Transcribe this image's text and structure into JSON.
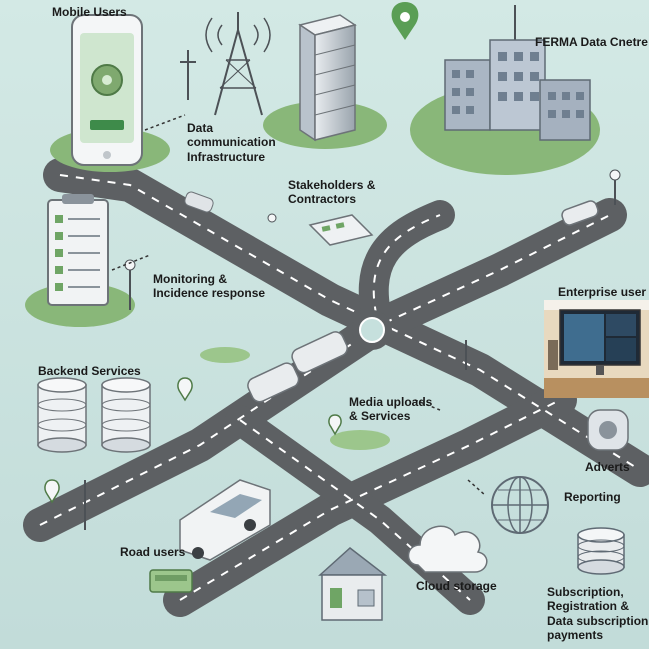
{
  "labels": {
    "mobile_users": "Mobile Users",
    "data_comm": [
      "Data",
      "communication",
      "Infrastructure"
    ],
    "stakeholders": [
      "Stakeholders &",
      "Contractors"
    ],
    "data_centre": "FERMA Data Cnetre",
    "monitoring": [
      "Monitoring &",
      "Incidence response"
    ],
    "enterprise_user": "Enterprise user",
    "backend_services": "Backend Services",
    "media_uploads": [
      "Media uploads",
      "& Services"
    ],
    "adverts": "Adverts",
    "reporting": "Reporting",
    "road_users": "Road users",
    "cloud_storage": "Cloud storage",
    "subscription": [
      "Subscription,",
      "Registration &",
      "Data subscription",
      "payments"
    ]
  },
  "colors": {
    "background": "#c6e0dd",
    "road": "#5d6063",
    "lane_mark": "#ffffff",
    "grass": "#89b779",
    "grass_dark": "#6f9d64",
    "building": "#aab6c4",
    "accent_green": "#5a9e55"
  },
  "icons": [
    "phone-icon",
    "tower-icon",
    "server-tower-icon",
    "office-buildings-icon",
    "clipboard-icon",
    "database-icon",
    "van-icon",
    "car-icon",
    "cloud-icon",
    "house-icon",
    "globe-icon",
    "coins-icon",
    "workstation-icon",
    "location-pin-icon",
    "security-camera-icon"
  ]
}
